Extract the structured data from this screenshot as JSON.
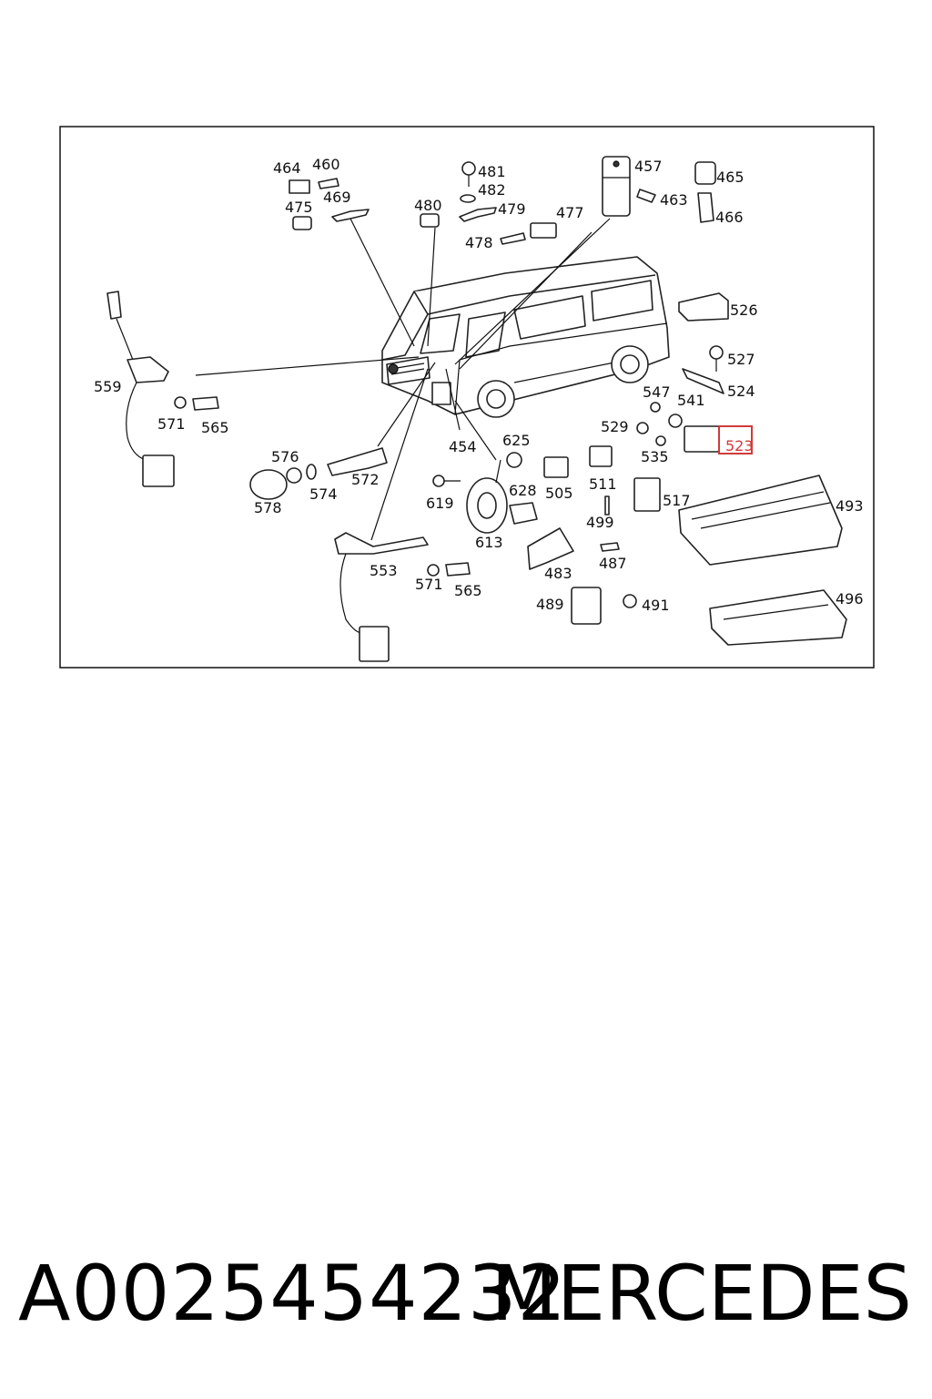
{
  "diagram": {
    "labels": {
      "l464": "464",
      "l460": "460",
      "l475": "475",
      "l469": "469",
      "l480": "480",
      "l481": "481",
      "l482": "482",
      "l479": "479",
      "l478": "478",
      "l477": "477",
      "l457": "457",
      "l463": "463",
      "l465": "465",
      "l466": "466",
      "l526": "526",
      "l527": "527",
      "l524": "524",
      "l547": "547",
      "l541": "541",
      "l529": "529",
      "l535": "535",
      "l523": "523",
      "l559": "559",
      "l571a": "571",
      "l565a": "565",
      "l576": "576",
      "l572": "572",
      "l574": "574",
      "l578": "578",
      "l454": "454",
      "l625": "625",
      "l628": "628",
      "l619": "619",
      "l613": "613",
      "l505": "505",
      "l511": "511",
      "l499": "499",
      "l517": "517",
      "l493": "493",
      "l553": "553",
      "l571b": "571",
      "l565b": "565",
      "l483": "483",
      "l487": "487",
      "l489": "489",
      "l491": "491",
      "l496": "496"
    },
    "highlighted_part": "523",
    "highlight_color": "#d13a3a"
  },
  "caption": {
    "part_number": "A0025454232",
    "brand": "MERCEDES"
  }
}
